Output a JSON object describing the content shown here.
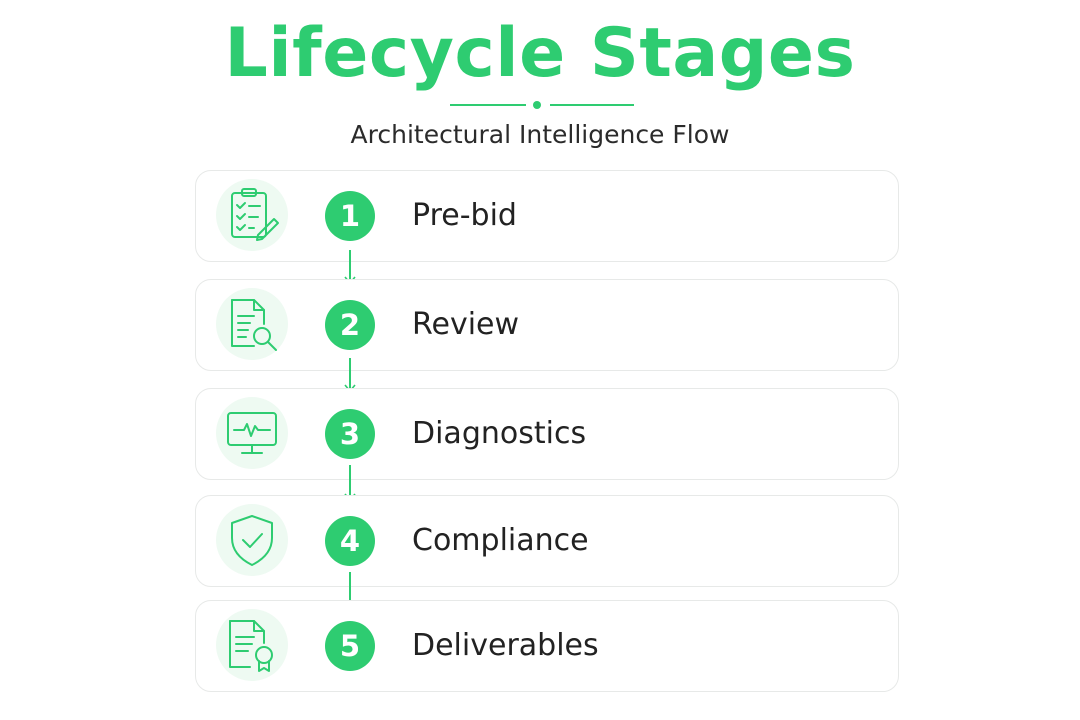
{
  "title": "Lifecycle Stages",
  "subtitle": "Architectural Intelligence Flow",
  "accent_color": "#2ecc71",
  "stages": [
    {
      "number": "1",
      "label": "Pre-bid",
      "icon": "clipboard-checklist-pencil-icon"
    },
    {
      "number": "2",
      "label": "Review",
      "icon": "document-magnifier-icon"
    },
    {
      "number": "3",
      "label": "Diagnostics",
      "icon": "monitor-heartbeat-icon"
    },
    {
      "number": "4",
      "label": "Compliance",
      "icon": "shield-check-icon"
    },
    {
      "number": "5",
      "label": "Deliverables",
      "icon": "certificate-document-icon"
    }
  ]
}
